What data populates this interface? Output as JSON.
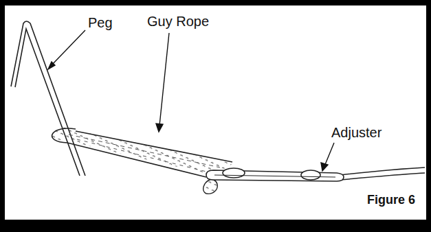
{
  "diagram": {
    "caption": "Figure 6",
    "labels": [
      "Peg",
      "Guy Rope",
      "Adjuster"
    ]
  }
}
